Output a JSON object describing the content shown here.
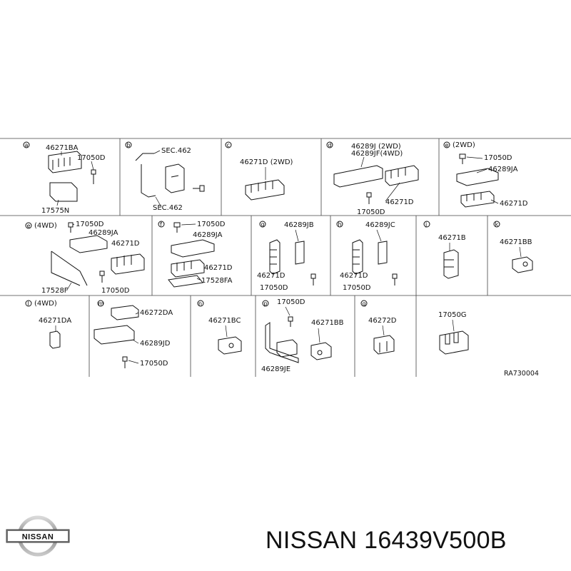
{
  "cells": [
    {
      "letter": "a",
      "suffix": "",
      "labels": [
        "46271BA",
        "17050D",
        "17575N"
      ]
    },
    {
      "letter": "b",
      "suffix": "",
      "labels": [
        "SEC.462",
        "SEC.462"
      ]
    },
    {
      "letter": "c",
      "suffix": "",
      "labels": [
        "46271D (2WD)"
      ]
    },
    {
      "letter": "d",
      "suffix": "",
      "labels": [
        "46289J (2WD)",
        "46289JF(4WD)",
        "46271D",
        "17050D"
      ]
    },
    {
      "letter": "e",
      "suffix": "(2WD)",
      "labels": [
        "17050D",
        "46289JA",
        "46271D"
      ]
    },
    {
      "letter": "e",
      "suffix": "(4WD)",
      "labels": [
        "17050D",
        "46289JA",
        "46271D",
        "17528F",
        "17050D"
      ]
    },
    {
      "letter": "f",
      "suffix": "",
      "labels": [
        "17050D",
        "46289JA",
        "46271D",
        "17528FA"
      ]
    },
    {
      "letter": "g",
      "suffix": "",
      "labels": [
        "46289JB",
        "46271D",
        "17050D"
      ]
    },
    {
      "letter": "h",
      "suffix": "",
      "labels": [
        "46289JC",
        "46271D",
        "17050D"
      ]
    },
    {
      "letter": "j",
      "suffix": "",
      "labels": [
        "46271B"
      ]
    },
    {
      "letter": "k",
      "suffix": "",
      "labels": [
        "46271BB"
      ]
    },
    {
      "letter": "l",
      "suffix": "(4WD)",
      "labels": [
        "46271DA"
      ]
    },
    {
      "letter": "m",
      "suffix": "",
      "labels": [
        "46272DA",
        "46289JD",
        "17050D"
      ]
    },
    {
      "letter": "n",
      "suffix": "",
      "labels": [
        "46271BC"
      ]
    },
    {
      "letter": "p",
      "suffix": "",
      "labels": [
        "17050D",
        "46271BB",
        "46289JE"
      ]
    },
    {
      "letter": "q",
      "suffix": "",
      "labels": [
        "46272D"
      ]
    },
    {
      "letter": "",
      "suffix": "",
      "labels": [
        "17050G"
      ]
    }
  ],
  "diagram_ref": "RA730004",
  "brand": {
    "logo_text": "NISSAN"
  },
  "product": {
    "label": "NISSAN 16439V500B"
  }
}
